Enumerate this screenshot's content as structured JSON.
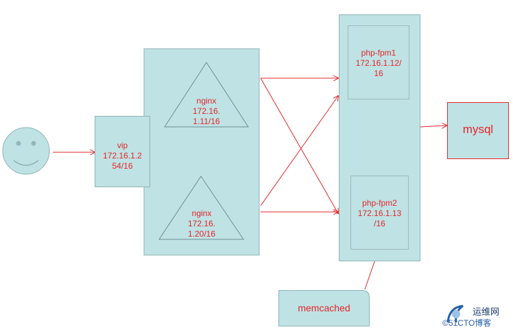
{
  "nodes": {
    "vip": "vip\n172.16.1.2\n54/16",
    "nginx1": "nginx\n172.16.\n1.11/16",
    "nginx2": "nginx\n172.16.\n1.20/16",
    "php_fpm1": "php-fpm1\n172.16.1.12/\n16",
    "php_fpm2": "php-fpm2\n172.16.1.13\n/16",
    "mysql": "mysql",
    "memcached": "memcached"
  },
  "watermark": {
    "top_text": "运维网",
    "bottom_text": "©51CTO博客"
  },
  "colors": {
    "fill": "#bfe2e4",
    "border": "#8fb3b5",
    "text": "#e3262a",
    "arrow": "#e3262a"
  }
}
